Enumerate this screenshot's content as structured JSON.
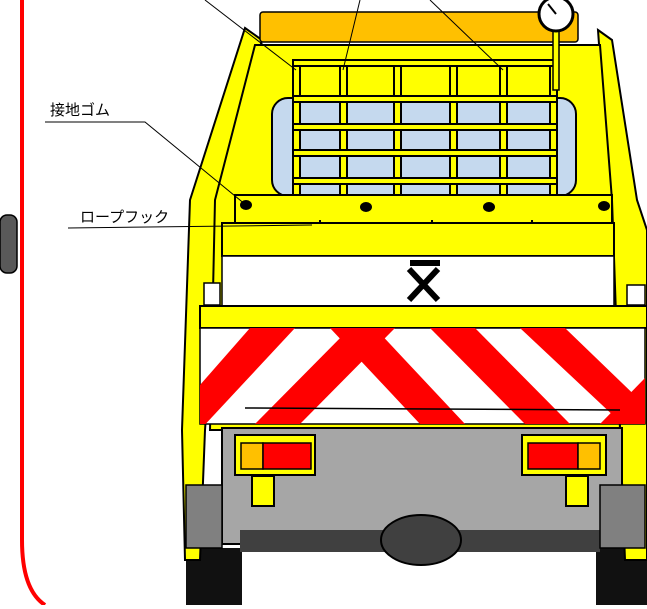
{
  "labels": {
    "ground_rubber": "接地ゴム",
    "rope_hook": "ロープフック",
    "sign_symbol": "Ӿ"
  },
  "colors": {
    "body_yellow": "#ffff00",
    "frame_red": "#ff0000",
    "stripe_red": "#ff0000",
    "window_blue": "#c5d9ee",
    "beacon_orange": "#ffc000",
    "bumper_gray": "#a6a6a6",
    "tire_black": "#111111"
  }
}
